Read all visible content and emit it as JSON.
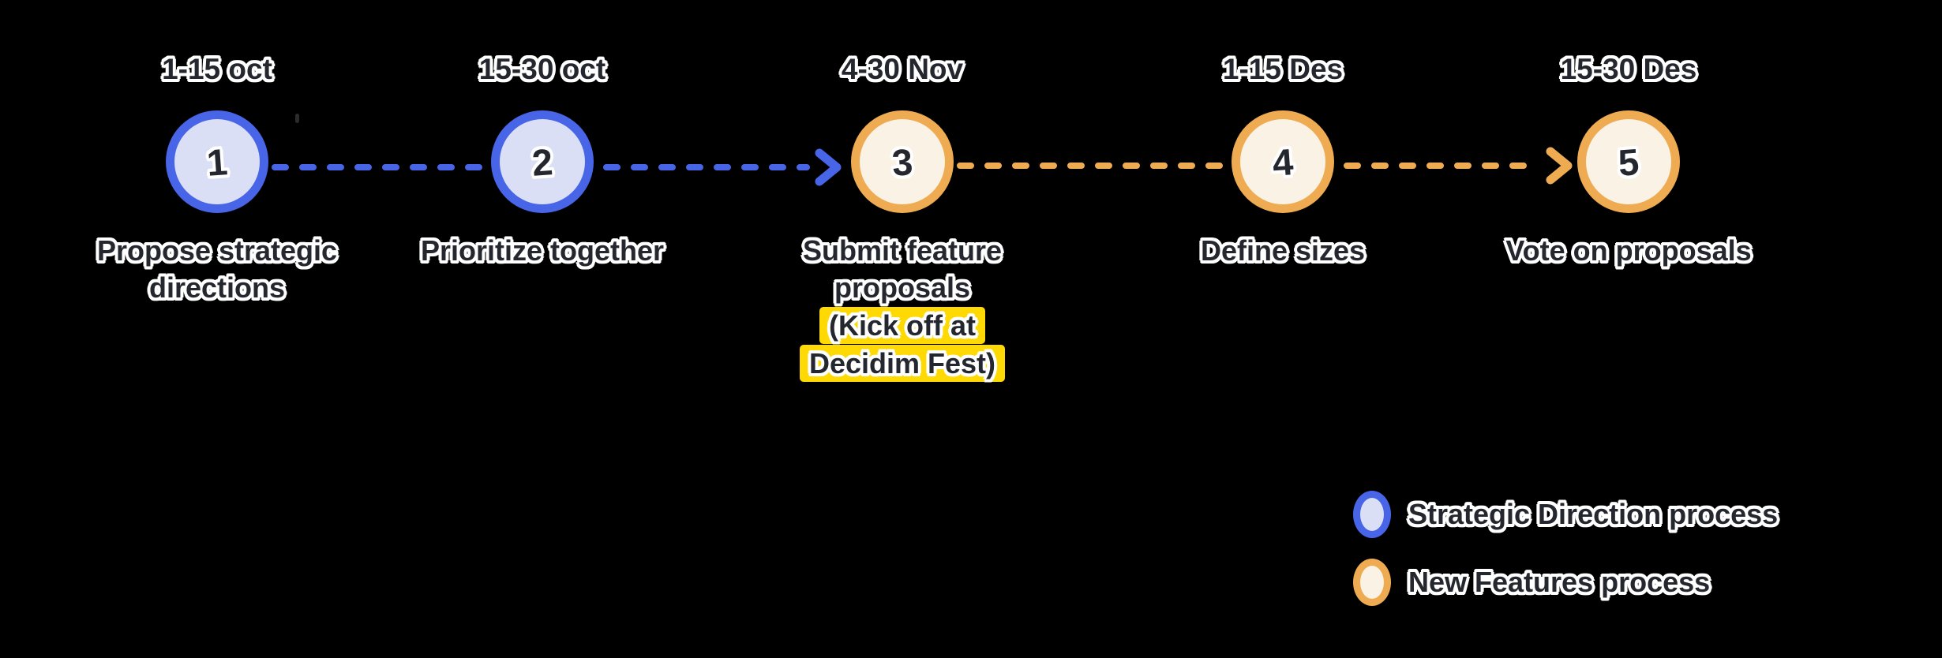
{
  "colors": {
    "background": "#000000",
    "strategic_border": "#4765e6",
    "strategic_fill": "#dbdff5",
    "features_border": "#eeab51",
    "features_fill": "#faf2e5",
    "highlight_yellow": "#ffd903",
    "text_ink": "#24272e",
    "text_outline": "#ffffff"
  },
  "steps": [
    {
      "number": "1",
      "date": "1-15 oct",
      "process": "strategic",
      "label_lines": [
        "Propose strategic",
        "directions"
      ]
    },
    {
      "number": "2",
      "date": "15-30 oct",
      "process": "strategic",
      "label_lines": [
        "Prioritize together"
      ]
    },
    {
      "number": "3",
      "date": "4-30 Nov",
      "process": "features",
      "label_lines": [
        "Submit feature",
        "proposals"
      ],
      "highlight_lines": [
        "(Kick off at",
        "Decidim Fest)"
      ]
    },
    {
      "number": "4",
      "date": "1-15 Des",
      "process": "features",
      "label_lines": [
        "Define sizes"
      ]
    },
    {
      "number": "5",
      "date": "15-30 Des",
      "process": "features",
      "label_lines": [
        "Vote on proposals"
      ]
    }
  ],
  "legend": {
    "items": [
      {
        "process": "strategic",
        "label": "Strategic Direction process"
      },
      {
        "process": "features",
        "label": "New Features process"
      }
    ]
  }
}
